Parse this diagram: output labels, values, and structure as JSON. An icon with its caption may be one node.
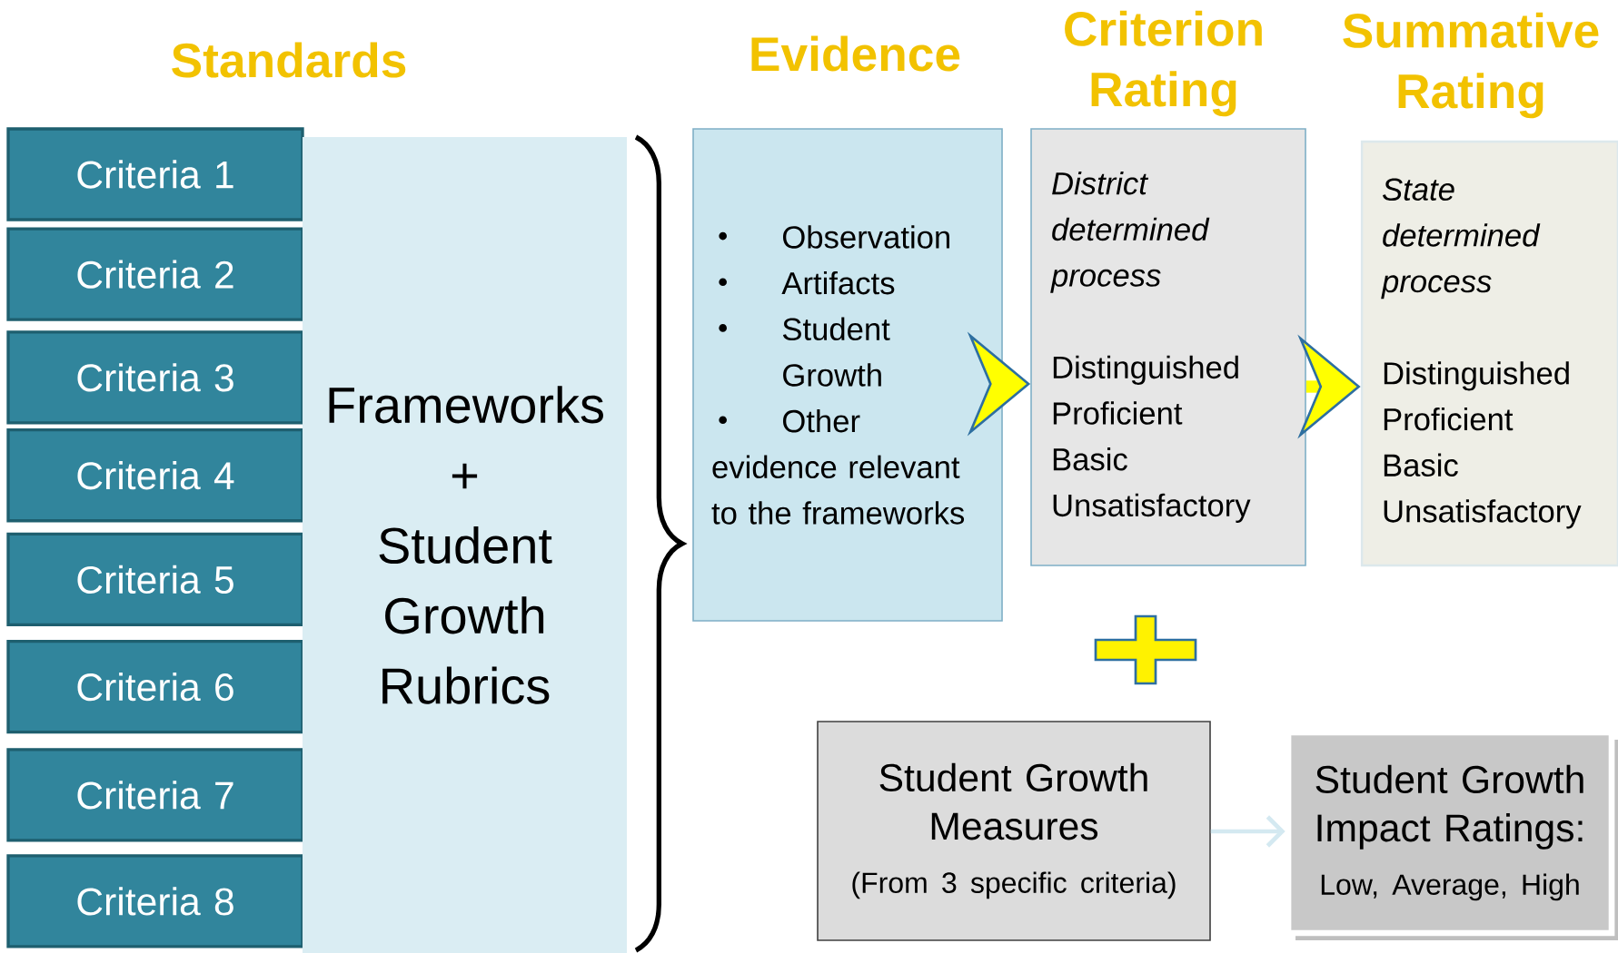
{
  "diagram": {
    "nodes": [
      {
        "text": [
          "Criteria 1"
        ]
      },
      {
        "text": [
          "Criteria 2"
        ]
      },
      {
        "text": [
          "Criteria 3"
        ]
      },
      {
        "text": [
          "Criteria 4"
        ]
      },
      {
        "text": [
          "Criteria 5"
        ]
      },
      {
        "text": [
          "Criteria 6"
        ]
      },
      {
        "text": [
          "Criteria 7"
        ]
      },
      {
        "text": [
          "Criteria 8"
        ]
      },
      {
        "text": [
          "Frameworks",
          "+",
          "Student Growth Rubrics"
        ]
      },
      {
        "text": [
          "Observation",
          "Artifacts",
          "Student Growth",
          "Other evidence relevant to the frameworks"
        ]
      },
      {
        "text": [
          "District determined process",
          "Distinguished",
          "Proficient",
          "Basic",
          "Unsatisfactory"
        ]
      },
      {
        "text": [
          "State determined process",
          "Distinguished",
          "Proficient",
          "Basic",
          "Unsatisfactory"
        ]
      },
      {
        "text": [
          "Student Growth Measures",
          "(From 3 specific criteria)"
        ]
      },
      {
        "text": [
          "Student Growth Impact Ratings:",
          "Low, Average, High"
        ]
      },
      {
        "text": [],
        "shape": "plus"
      }
    ],
    "edges": [
      {
        "from": 9,
        "to": 10,
        "arrow": "to",
        "style": "thick",
        "color": "#ffff00"
      },
      {
        "from": 10,
        "to": 11,
        "arrow": "to",
        "style": "thick",
        "color": "#ffff00"
      },
      {
        "from": 12,
        "to": 13,
        "arrow": "to",
        "color": "#d4e9f1"
      }
    ],
    "labels": [
      "Standards",
      "Evidence",
      "Criterion Rating",
      "Summative Rating"
    ]
  }
}
